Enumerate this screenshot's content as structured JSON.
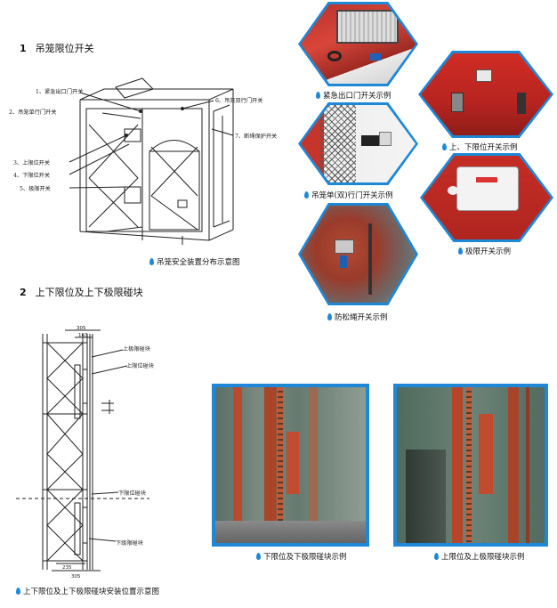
{
  "section1": {
    "number": "1",
    "title": "吊笼限位开关"
  },
  "section2": {
    "number": "2",
    "title": "上下限位及上下极限碰块"
  },
  "diagram1": {
    "labels": {
      "l1": "1、紧急出口门开关",
      "l2": "2、吊笼单行门开关",
      "l3": "3、上限位开关",
      "l4": "4、下限位开关",
      "l5": "5、极限开关",
      "l6": "6、吊笼双行门开关",
      "l7": "7、断绳保护开关"
    },
    "caption": "吊笼安全装置分布示意图"
  },
  "photos_top": {
    "p1": "紧急出口门开关示例",
    "p2": "上、下限位开关示例",
    "p3": "吊笼单(双)行门开关示例",
    "p4": "极限开关示例",
    "p5": "防松绳开关示例"
  },
  "diagram2": {
    "labels": {
      "upper_limit_block": "上极限碰块",
      "upper_pos_block": "上限位碰块",
      "lower_pos_block": "下限位碰块",
      "lower_limit_block": "下级限碰块"
    },
    "dims": {
      "d305_top": "305",
      "d163": "163",
      "d235": "235",
      "d305_bot": "305"
    },
    "caption": "上下限位及上下极限碰块安装位置示意图"
  },
  "photos_bottom": {
    "left": "下限位及下极限碰块示例",
    "right": "上限位及上极限碰块示例"
  },
  "colors": {
    "accent": "#1e88d6",
    "red_frame": "#c8362b",
    "line": "#222222"
  }
}
